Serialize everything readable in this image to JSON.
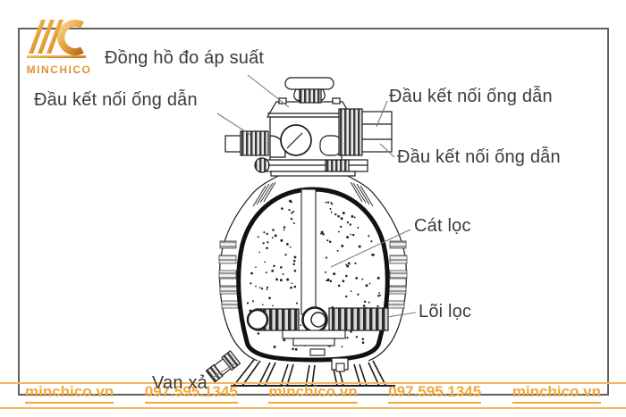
{
  "page": {
    "background": "#ffffff",
    "frame_color": "#5f5f5f"
  },
  "logo": {
    "brand": "MINCHICO",
    "gold": "#e8a33d",
    "gold_light": "#f6ce8a",
    "gold_dark": "#b96f1d"
  },
  "labels": {
    "pressure_gauge": "Đồng hồ đo áp suất",
    "pipe_connector_left": "Đầu kết nối ống dẫn",
    "pipe_connector_right_top": "Đầu kết nối ống dẫn",
    "pipe_connector_right_bottom": "Đầu kết nối ống dẫn",
    "filter_sand": "Cát lọc",
    "filter_core": "Lõi lọc",
    "drain_valve": "Van xả"
  },
  "watermark": {
    "color": "#f2a93b",
    "items": [
      "minchico.vn",
      "097.595.1345",
      "minchico.vn",
      "097.595.1345",
      "minchico.vn"
    ]
  }
}
